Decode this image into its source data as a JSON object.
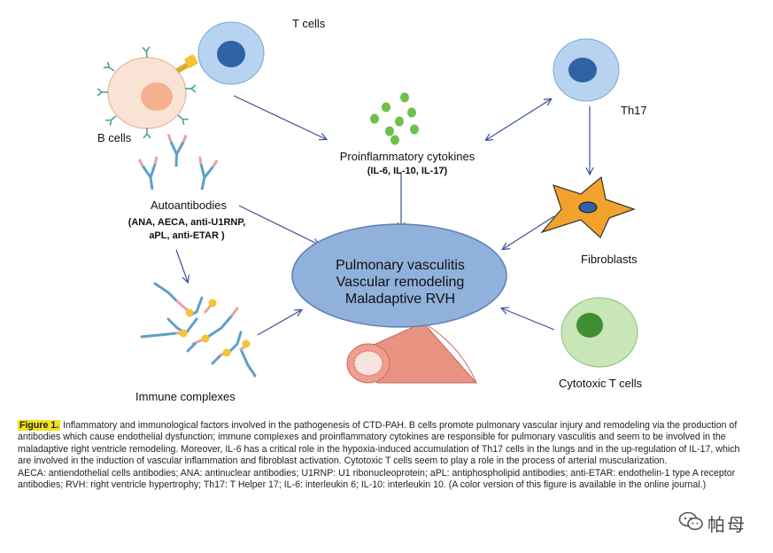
{
  "diagram": {
    "labels": {
      "t_cells": "T cells",
      "b_cells": "B cells",
      "th17": "Th17",
      "cytokines_title": "Proinflammatory cytokines",
      "cytokines_list": "(IL-6, IL-10, IL-17)",
      "autoantibodies_title": "Autoantibodies",
      "autoantibodies_line1": "(ANA, AECA, anti-U1RNP,",
      "autoantibodies_line2": "aPL, anti-ETAR )",
      "fibroblasts": "Fibroblasts",
      "immune_complexes": "Immune complexes",
      "cytotoxic_t_cells": "Cytotoxic T cells"
    },
    "center": {
      "line1": "Pulmonary vasculitis",
      "line2": "Vascular remodeling",
      "line3": "Maladaptive RVH"
    },
    "colors": {
      "cell_blue": "#b7d3ef",
      "nucleus_blue": "#2f63a8",
      "b_cell_fill": "#f9e3d4",
      "b_cell_nucleus": "#f4b18f",
      "center_fill": "#8fb1dc",
      "cytokine_green": "#6fbf4a",
      "arrow": "#3b4f9a",
      "fibroblast": "#f2a22c",
      "cytotoxic_fill": "#c8e6b8",
      "cytotoxic_nucleus": "#3f8f32",
      "antibody_blue": "#5fa0c8",
      "antibody_pink": "#e8a0a8",
      "antigen_yellow": "#f5c431"
    }
  },
  "caption": {
    "figure_label": "Figure 1.",
    "text": " Inflammatory and immunological factors involved in the pathogenesis of CTD-PAH. B cells promote pulmonary vascular injury and remodeling via the production of antibodies which cause endothelial dysfunction; immune complexes and proinflammatory cytokines are responsible for pulmonary vasculitis and seem to be involved in the maladaptive right ventricle remodeling. Moreover, IL-6 has a critical role in the hypoxia-induced accumulation of Th17 cells in the lungs and in the up-regulation of IL-17, which are involved in the induction of vascular inflammation and fibroblast activation. Cytotoxic T cells seem to play a role in the process of arterial muscularization.",
    "abbreviations": "AECA: antiendothelial cells antibodies; ANA: antinuclear antibodies; U1RNP: U1 ribonucleoprotein; aPL: antiphospholipid antibodies; anti-ETAR: endothelin-1 type A receptor antibodies; RVH: right ventricle hypertrophy; Th17: T Helper 17; IL-6: interleukin 6; IL-10: interleukin 10. (A color version of this figure is available in the online journal.)"
  },
  "watermark": {
    "text": "帕母",
    "icon": "wechat-icon"
  }
}
